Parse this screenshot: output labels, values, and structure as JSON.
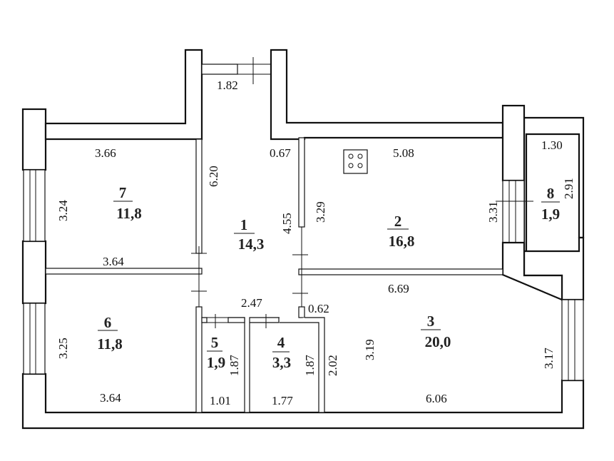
{
  "rooms": [
    {
      "number": "1",
      "area": "14,3"
    },
    {
      "number": "2",
      "area": "16,8"
    },
    {
      "number": "3",
      "area": "20,0"
    },
    {
      "number": "4",
      "area": "3,3"
    },
    {
      "number": "5",
      "area": "1,9"
    },
    {
      "number": "6",
      "area": "11,8"
    },
    {
      "number": "7",
      "area": "11,8"
    },
    {
      "number": "8",
      "area": "1,9"
    }
  ],
  "dimensions": {
    "entry_width": "1.82",
    "room7_top": "3.66",
    "room7_left": "3.24",
    "room7_bottom": "3.64",
    "corridor_left": "6.20",
    "corridor_top_right": "0.67",
    "corridor_right": "4.55",
    "corridor_bottom": "2.47",
    "corridor_jog": "0.62",
    "room2_top": "5.08",
    "room2_left": "3.29",
    "room2_right": "3.31",
    "room8_top": "1.30",
    "room8_right": "2.91",
    "room3_top": "6.69",
    "room3_left": "3.19",
    "room3_right": "3.17",
    "room3_bottom": "6.06",
    "room3_jog": "2.02",
    "room6_left": "3.25",
    "room6_bottom": "3.64",
    "room5_bottom": "1.01",
    "room5_right": "1.87",
    "room4_bottom": "1.77",
    "room4_right": "1.87"
  }
}
